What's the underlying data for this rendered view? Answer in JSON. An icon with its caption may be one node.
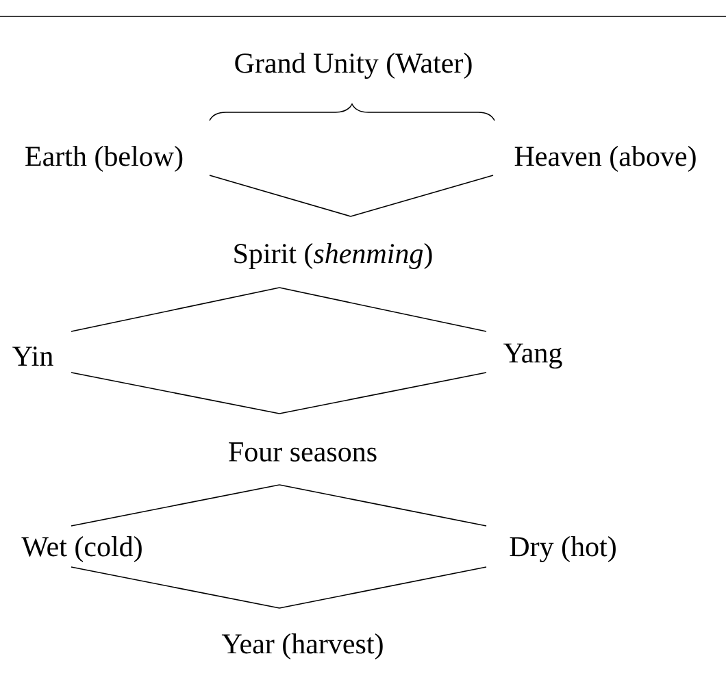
{
  "diagram": {
    "nodes": [
      {
        "text": [
          "Grand Unity (Water)"
        ]
      },
      {
        "text": [
          "Earth (below)"
        ]
      },
      {
        "text": [
          "Heaven (above)"
        ]
      },
      {
        "text": [
          "Spirit (*shenming*)"
        ]
      },
      {
        "text": [
          "Yin"
        ]
      },
      {
        "text": [
          "Yang"
        ]
      },
      {
        "text": [
          "Four seasons"
        ]
      },
      {
        "text": [
          "Wet (cold)"
        ]
      },
      {
        "text": [
          "Dry (hot)"
        ]
      },
      {
        "text": [
          "Year (harvest)"
        ]
      }
    ],
    "edges": [
      {
        "from": 1,
        "to": 3,
        "arrow": "none"
      },
      {
        "from": 2,
        "to": 3,
        "arrow": "none"
      },
      {
        "from": 3,
        "to": 4,
        "arrow": "none"
      },
      {
        "from": 3,
        "to": 5,
        "arrow": "none"
      },
      {
        "from": 4,
        "to": 6,
        "arrow": "none"
      },
      {
        "from": 5,
        "to": 6,
        "arrow": "none"
      },
      {
        "from": 6,
        "to": 7,
        "arrow": "none"
      },
      {
        "from": 6,
        "to": 8,
        "arrow": "none"
      },
      {
        "from": 7,
        "to": 9,
        "arrow": "none"
      },
      {
        "from": 8,
        "to": 9,
        "arrow": "none"
      }
    ]
  }
}
